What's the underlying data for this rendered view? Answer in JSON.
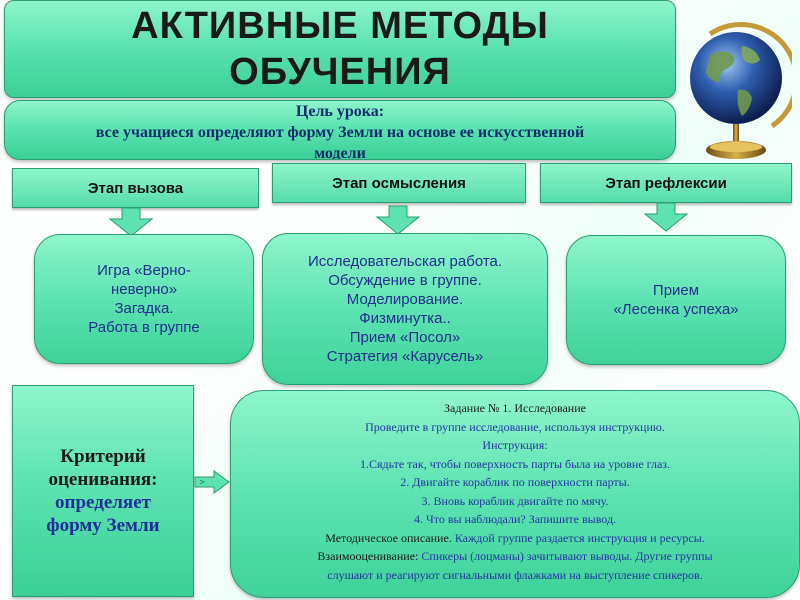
{
  "title": {
    "line1": "АКТИВНЫЕ МЕТОДЫ",
    "line2": "ОБУЧЕНИЯ"
  },
  "goal": {
    "label": "Цель урока:",
    "text_line1": "все учащиеся определяют форму Земли на основе ее искусственной",
    "text_line2": "модели"
  },
  "stages": [
    {
      "name": "Этап вызова",
      "content": [
        "Игра «Верно-",
        "неверно»",
        "Загадка.",
        "Работа в группе"
      ]
    },
    {
      "name": "Этап осмысления",
      "content": [
        "Исследовательская работа.",
        "Обсуждение в группе.",
        "Моделирование.",
        "Физминутка..",
        "Прием «Посол»",
        "Стратегия «Карусель»"
      ]
    },
    {
      "name": "Этап рефлексии",
      "content": [
        "Прием",
        "«Лесенка успеха»"
      ]
    }
  ],
  "criteria": {
    "line1": "Критерий",
    "line2": "оценивания:",
    "line3": "определяет",
    "line4": "форму Земли"
  },
  "task": {
    "heading": "Задание № 1. Исследование",
    "intro": "Проведите в группе исследование, используя инструкцию.",
    "instruction_label": "Инструкция:",
    "steps": [
      "1.Сядьте так, чтобы поверхность парты была на уровне глаз.",
      "2. Двигайте кораблик по поверхности парты.",
      "3.  Вновь кораблик двигайте по мячу.",
      "4. Что вы наблюдали?  Запишите вывод."
    ],
    "method_label": "Методическое описание.",
    "method_text": " Каждой группе раздается инструкция и ресурсы.",
    "peer_label": "Взаимооценивание:",
    "peer_text_1": " Спикеры (лоцманы) зачитывают выводы. Другие группы",
    "peer_text_2": "слушают и реагируют сигнальными флажками на выступление спикеров."
  },
  "colors": {
    "box_green": "#5de3b2",
    "text_blue": "#1f2f8a",
    "arrow_green": "#5de3b2"
  },
  "icons": {
    "globe": "globe-icon",
    "arrow": "arrow-right-icon"
  }
}
